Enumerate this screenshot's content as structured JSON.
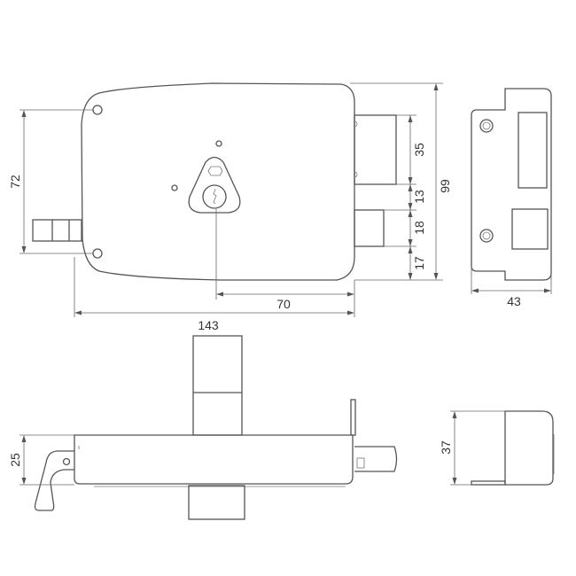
{
  "diagram": {
    "type": "technical-drawing",
    "subject": "surface-mounted rim lock with strike plate",
    "line_color": "#555555",
    "views": {
      "front": {
        "dimensions": {
          "fixing_holes_spacing": "72",
          "overall_height": "99",
          "deadbolt_height": "35",
          "gap_between_bolts": "13",
          "latch_height": "18",
          "latch_bottom_offset": "17",
          "backset": "70",
          "overall_width": "143"
        }
      },
      "strike_plate": {
        "dimensions": {
          "width": "43"
        }
      },
      "side": {
        "dimensions": {
          "case_depth": "25"
        }
      },
      "strike_side": {
        "dimensions": {
          "depth": "37"
        }
      }
    }
  }
}
